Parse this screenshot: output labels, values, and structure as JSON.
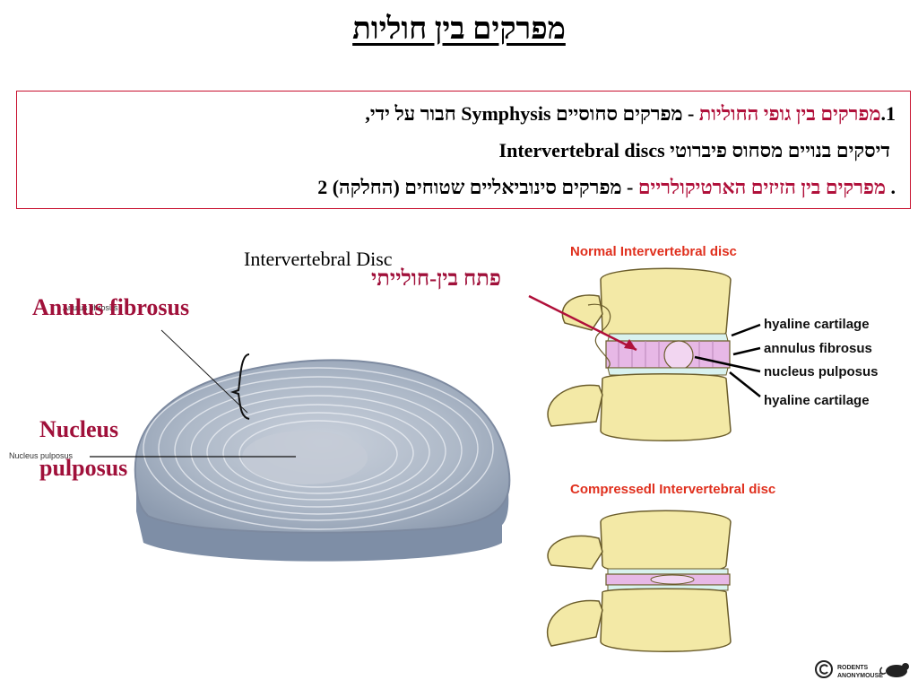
{
  "title": "מפרקים בין חוליות",
  "box": {
    "line1": {
      "number": "1.",
      "maroon": "מפרקים בין גופי החוליות",
      "rest_a": " - מפרקים סחוסיים ",
      "english": "Symphysis",
      "rest_b": " חבור על ידי,"
    },
    "line2": {
      "text": "דיסקים בנויים מסחוס פיברוטי ",
      "english": "Intervertebral discs"
    },
    "line3": {
      "number": ".",
      "maroon": "מפרקים בין הזיזים הארטיקולריים",
      "rest": " - מפרקים סינוביאליים שטוחים (החלקה)  2"
    }
  },
  "disc_figure": {
    "caption": "Intervertebral Disc",
    "anulus_label": "Anulus fibrosus",
    "nucleus_label_line1": "Nucleus",
    "nucleus_label_line2": "pulposus",
    "small_nucleus_label": "Nucleus pulposus",
    "small_anulus_label": "Anulus fibrosus"
  },
  "spine_figure": {
    "normal_title": "Normal Intervertebral disc",
    "compressed_title": "Compressedl Intervertebral disc",
    "foramen_label": "פתח בין-חולייתי",
    "labels": [
      "hyaline cartilage",
      "annulus fibrosus",
      "nucleus pulposus",
      "hyaline cartilage"
    ]
  },
  "credit": {
    "line1": "RODENTS",
    "line2": "ANONYMOUSE"
  },
  "colors": {
    "maroon": "#b0103a",
    "red_title": "#e0301e",
    "bone": "#f3e9a6",
    "disc": "#e7b8e6"
  }
}
